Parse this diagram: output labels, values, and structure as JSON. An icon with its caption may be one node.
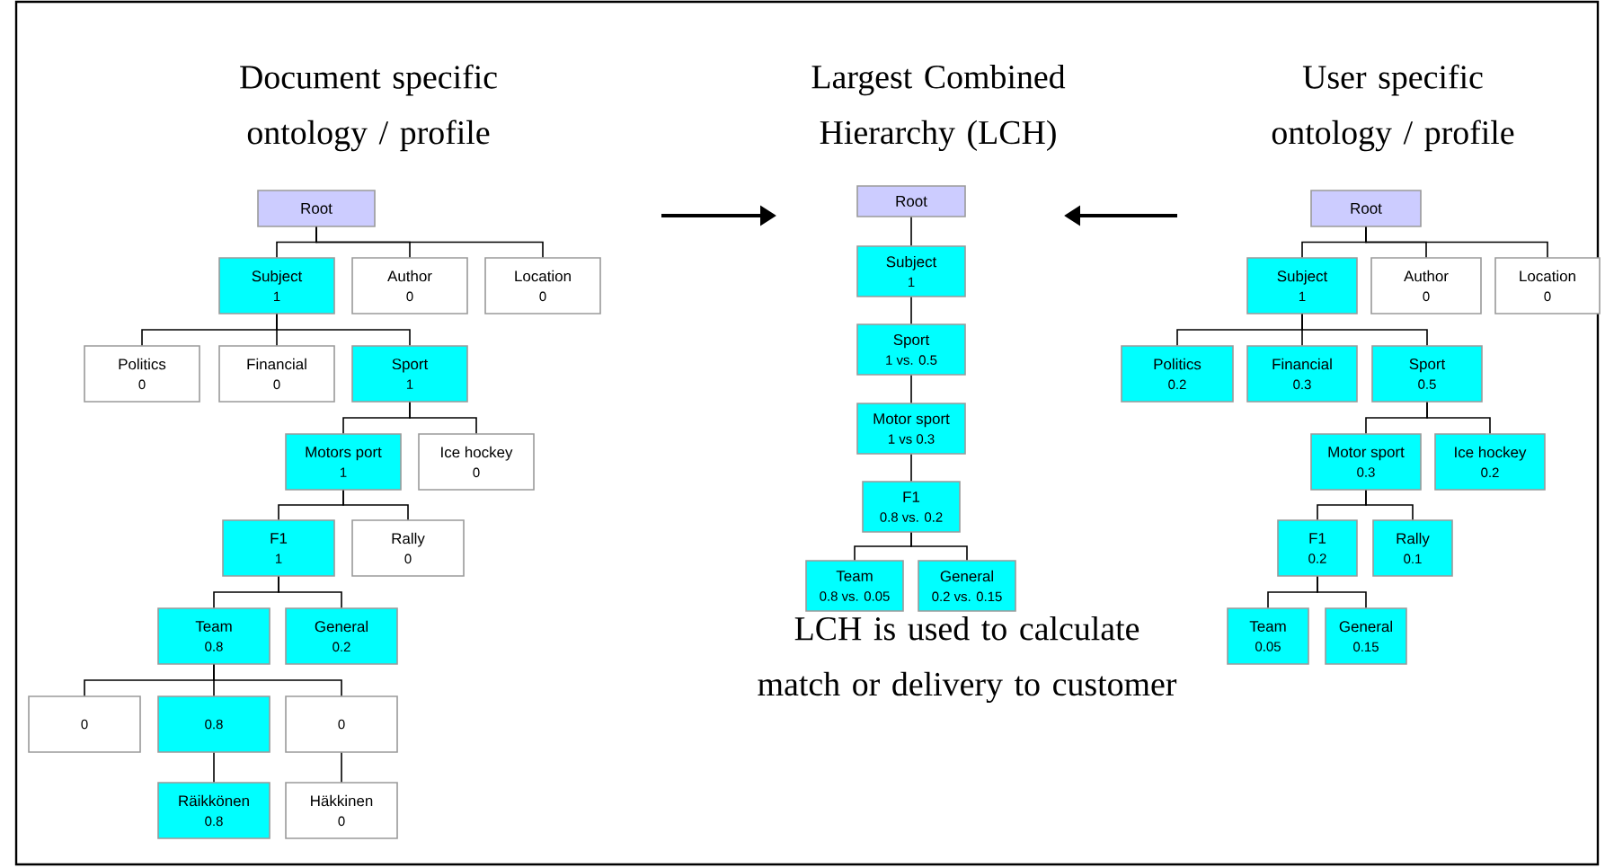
{
  "diagram": {
    "nodes": [
      {
        "text": [
          "Root"
        ]
      },
      {
        "text": [
          "Subject",
          "1"
        ]
      },
      {
        "text": [
          "Author",
          "0"
        ]
      },
      {
        "text": [
          "Location",
          "0"
        ]
      },
      {
        "text": [
          "Politics",
          "0"
        ]
      },
      {
        "text": [
          "Financial",
          "0"
        ]
      },
      {
        "text": [
          "Sport",
          "1"
        ]
      },
      {
        "text": [
          "Motors port",
          "1"
        ]
      },
      {
        "text": [
          "Ice hockey",
          "0"
        ]
      },
      {
        "text": [
          "F1",
          "1"
        ]
      },
      {
        "text": [
          "Rally",
          "0"
        ]
      },
      {
        "text": [
          "Team",
          "0.8"
        ]
      },
      {
        "text": [
          "General",
          "0.2"
        ]
      },
      {
        "text": [
          "0"
        ]
      },
      {
        "text": [
          "0.8"
        ]
      },
      {
        "text": [
          "0"
        ]
      },
      {
        "text": [
          "Räikkönen",
          "0.8"
        ]
      },
      {
        "text": [
          "Häkkinen",
          "0"
        ]
      },
      {
        "text": [
          "Root"
        ]
      },
      {
        "text": [
          "Subject",
          "1"
        ]
      },
      {
        "text": [
          "Sport",
          "1 vs. 0.5"
        ]
      },
      {
        "text": [
          "Motor sport",
          "1 vs 0.3"
        ]
      },
      {
        "text": [
          "F1",
          "0.8 vs. 0.2"
        ]
      },
      {
        "text": [
          "Team",
          "0.8 vs. 0.05"
        ]
      },
      {
        "text": [
          "General",
          "0.2 vs. 0.15"
        ]
      },
      {
        "text": [
          "Root"
        ]
      },
      {
        "text": [
          "Subject",
          "1"
        ]
      },
      {
        "text": [
          "Author",
          "0"
        ]
      },
      {
        "text": [
          "Location",
          "0"
        ]
      },
      {
        "text": [
          "Politics",
          "0.2"
        ]
      },
      {
        "text": [
          "Financial",
          "0.3"
        ]
      },
      {
        "text": [
          "Sport",
          "0.5"
        ]
      },
      {
        "text": [
          "Motor sport",
          "0.3"
        ]
      },
      {
        "text": [
          "Ice hockey",
          "0.2"
        ]
      },
      {
        "text": [
          "F1",
          "0.2"
        ]
      },
      {
        "text": [
          "Rally",
          "0.1"
        ]
      },
      {
        "text": [
          "Team",
          "0.05"
        ]
      },
      {
        "text": [
          "General",
          "0.15"
        ]
      }
    ],
    "edges": [
      {
        "from": 0,
        "to": 1,
        "arrow": "none"
      },
      {
        "from": 0,
        "to": 2,
        "arrow": "none"
      },
      {
        "from": 0,
        "to": 3,
        "arrow": "none"
      },
      {
        "from": 1,
        "to": 4,
        "arrow": "none"
      },
      {
        "from": 1,
        "to": 5,
        "arrow": "none"
      },
      {
        "from": 1,
        "to": 6,
        "arrow": "none"
      },
      {
        "from": 6,
        "to": 7,
        "arrow": "none"
      },
      {
        "from": 6,
        "to": 8,
        "arrow": "none"
      },
      {
        "from": 7,
        "to": 9,
        "arrow": "none"
      },
      {
        "from": 7,
        "to": 10,
        "arrow": "none"
      },
      {
        "from": 9,
        "to": 11,
        "arrow": "none"
      },
      {
        "from": 9,
        "to": 12,
        "arrow": "none"
      },
      {
        "from": 11,
        "to": 13,
        "arrow": "none"
      },
      {
        "from": 11,
        "to": 14,
        "arrow": "none"
      },
      {
        "from": 11,
        "to": 15,
        "arrow": "none"
      },
      {
        "from": 14,
        "to": 16,
        "arrow": "none"
      },
      {
        "from": 15,
        "to": 17,
        "arrow": "none"
      },
      {
        "from": 18,
        "to": 19,
        "arrow": "none"
      },
      {
        "from": 19,
        "to": 20,
        "arrow": "none"
      },
      {
        "from": 20,
        "to": 21,
        "arrow": "none"
      },
      {
        "from": 21,
        "to": 22,
        "arrow": "none"
      },
      {
        "from": 22,
        "to": 23,
        "arrow": "none"
      },
      {
        "from": 22,
        "to": 24,
        "arrow": "none"
      },
      {
        "from": 25,
        "to": 26,
        "arrow": "none"
      },
      {
        "from": 25,
        "to": 27,
        "arrow": "none"
      },
      {
        "from": 25,
        "to": 28,
        "arrow": "none"
      },
      {
        "from": 26,
        "to": 29,
        "arrow": "none"
      },
      {
        "from": 26,
        "to": 30,
        "arrow": "none"
      },
      {
        "from": 26,
        "to": 31,
        "arrow": "none"
      },
      {
        "from": 31,
        "to": 32,
        "arrow": "none"
      },
      {
        "from": 31,
        "to": 33,
        "arrow": "none"
      },
      {
        "from": 32,
        "to": 34,
        "arrow": "none"
      },
      {
        "from": 32,
        "to": 35,
        "arrow": "none"
      },
      {
        "from": 34,
        "to": 36,
        "arrow": "none"
      },
      {
        "from": 34,
        "to": 37,
        "arrow": "none"
      }
    ],
    "labels": [
      "Document specific ontology / profile",
      "Largest Combined Hierarchy (LCH)",
      "User specific ontology / profile",
      "LCH is used to calculate match or delivery to customer"
    ]
  }
}
